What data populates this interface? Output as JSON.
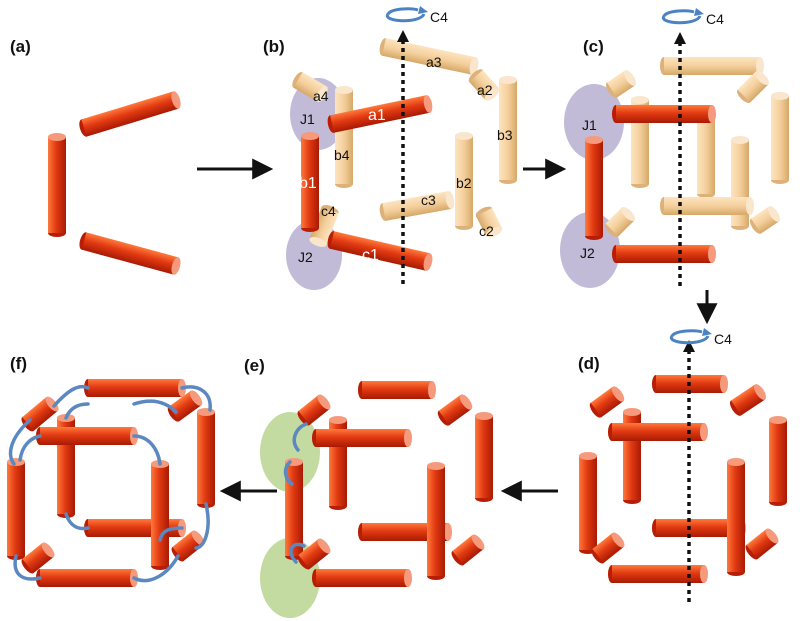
{
  "panels": {
    "a": "(a)",
    "b": "(b)",
    "c": "(c)",
    "d": "(d)",
    "e": "(e)",
    "f": "(f)"
  },
  "symmetry_axis_label": "C4",
  "rod_labels": {
    "a1": "a1",
    "a2": "a2",
    "a3": "a3",
    "a4": "a4",
    "b1": "b1",
    "b2": "b2",
    "b3": "b3",
    "b4": "b4",
    "c1": "c1",
    "c2": "c2",
    "c3": "c3",
    "c4": "c4"
  },
  "junction_labels": {
    "j1": "J1",
    "j2": "J2"
  },
  "colors": {
    "rod_red": "#e23a12",
    "rod_red_dark": "#b81e06",
    "rod_cap": "#f59a7c",
    "rod_pale": "#f4cf9c",
    "rod_pale_dark": "#dcb27a",
    "rod_pale_cap": "#f9e6cc",
    "junction_purple": "#b6afd1",
    "junction_green": "#b8d491",
    "linker_blue": "#5b88c0",
    "arrow": "#111111"
  }
}
